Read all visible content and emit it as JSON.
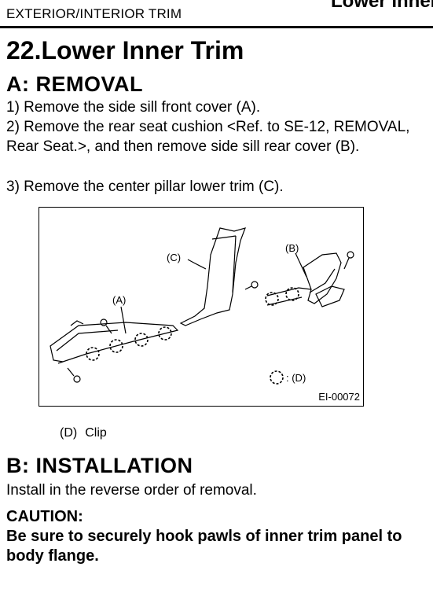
{
  "header": {
    "section": "EXTERIOR/INTERIOR TRIM",
    "topic": "Lower Inner Trim"
  },
  "title": "22.Lower Inner Trim",
  "removal": {
    "heading": "A:  REMOVAL",
    "step1": "1) Remove the side sill front cover (A).",
    "step2": "2) Remove the rear seat cushion <Ref. to SE-12, REMOVAL, Rear Seat.>, and then remove side sill rear cover (B).",
    "step3": "3) Remove the center pillar lower trim (C)."
  },
  "figure": {
    "label_a": "(A)",
    "label_b": "(B)",
    "label_c": "(C)",
    "legend_text": ": (D)",
    "code": "EI-00072"
  },
  "caption": {
    "key": "(D)",
    "text": "Clip"
  },
  "installation": {
    "heading": "B:  INSTALLATION",
    "text": "Install in the reverse order of removal."
  },
  "caution": {
    "title": "CAUTION:",
    "text": "Be sure to securely hook pawls of inner trim panel to body flange."
  }
}
